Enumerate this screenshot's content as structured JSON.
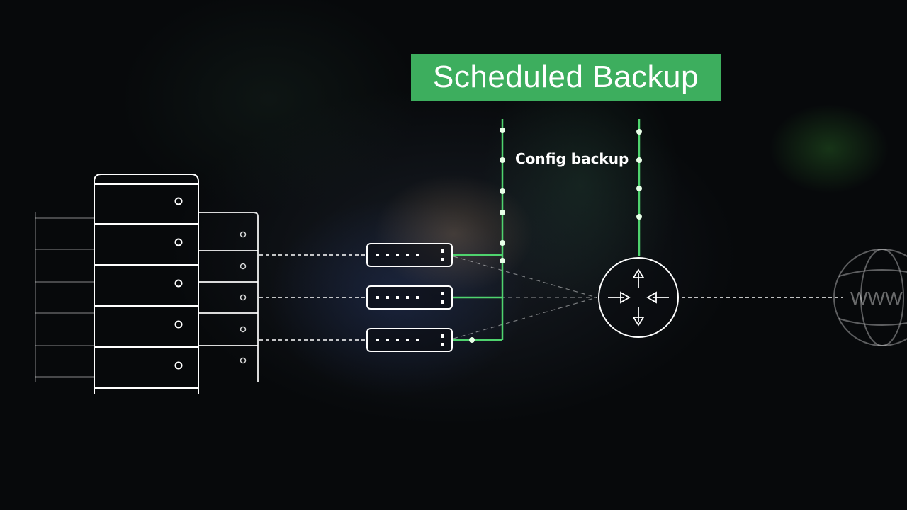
{
  "title": "Scheduled Backup",
  "label": "Config backup",
  "globe_text": "WWW",
  "colors": {
    "accent": "#3dae5e",
    "line_green": "#4fd36e",
    "line_white": "#ffffff"
  },
  "icons": {
    "server_rack": "server-rack-icon",
    "switch": "network-switch-icon",
    "router": "router-icon",
    "globe": "globe-www-icon"
  }
}
